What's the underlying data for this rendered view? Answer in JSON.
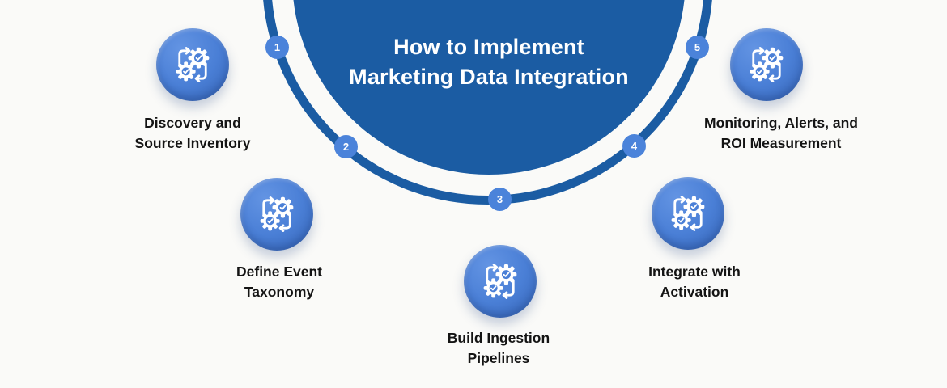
{
  "title": {
    "line1": "How to Implement",
    "line2": "Marketing Data Integration"
  },
  "steps": [
    {
      "number": "1",
      "label_line1": "Discovery and",
      "label_line2": "Source Inventory",
      "icon": "gears-sync-icon"
    },
    {
      "number": "2",
      "label_line1": "Define Event",
      "label_line2": "Taxonomy",
      "icon": "gears-sync-icon"
    },
    {
      "number": "3",
      "label_line1": "Build Ingestion",
      "label_line2": "Pipelines",
      "icon": "gears-sync-icon"
    },
    {
      "number": "4",
      "label_line1": "Integrate with",
      "label_line2": "Activation",
      "icon": "gears-sync-icon"
    },
    {
      "number": "5",
      "label_line1": "Monitoring, Alerts, and",
      "label_line2": "ROI Measurement",
      "icon": "gears-sync-icon"
    }
  ],
  "colors": {
    "background": "#FAFAF8",
    "primary_dark_blue": "#1B5CA3",
    "step_dot_blue": "#4B83DA",
    "badge_blue": "#4A7FD6",
    "badge_blue_light": "#6394E3",
    "badge_blue_dark": "#3563B4",
    "title_text": "#FFFFFF",
    "label_text": "#141414"
  }
}
